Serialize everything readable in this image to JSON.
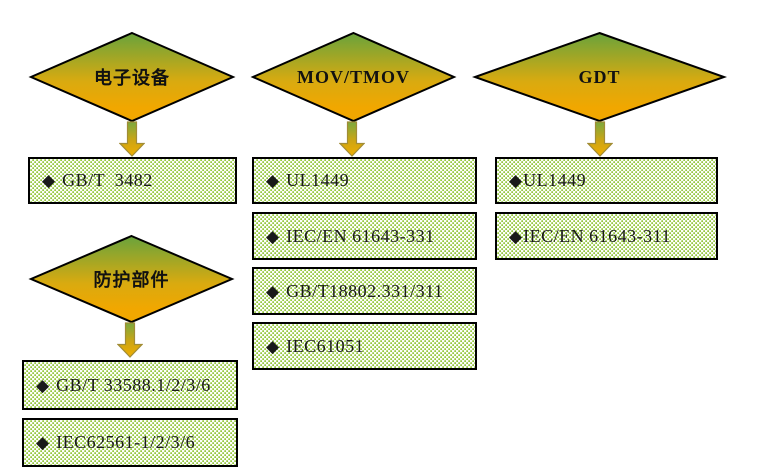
{
  "colors": {
    "background": "#FFFFFF",
    "diamond-gradient-top": "#69A33C",
    "diamond-gradient-mid": "#D9AA10",
    "diamond-gradient-bottom": "#F1A700",
    "shape-outline": "#000000",
    "arrow-gradient-top": "#7BA93F",
    "arrow-gradient-bottom": "#EFAE02",
    "arrow-outline": "#A18C35",
    "box-fill": "#94C73E",
    "box-dot": "#FFFFFF",
    "box-border": "#000000",
    "text": "#1A1A1A"
  },
  "groups": [
    {
      "diamond_label": "电子设备",
      "boxes": [
        {
          "bullet": "◆",
          "label": "GB/T  3482"
        }
      ]
    },
    {
      "diamond_label": "MOV/TMOV",
      "boxes": [
        {
          "bullet": "◆",
          "label": "UL1449"
        },
        {
          "bullet": "◆",
          "label": "IEC/EN 61643-331"
        },
        {
          "bullet": "◆",
          "label": "GB/T18802.331/311"
        },
        {
          "bullet": "◆",
          "label": "IEC61051"
        }
      ]
    },
    {
      "diamond_label": "GDT",
      "boxes": [
        {
          "bullet": "◆",
          "label": "UL1449"
        },
        {
          "bullet": "◆",
          "label": "IEC/EN 61643-311"
        }
      ]
    },
    {
      "diamond_label": "防护部件",
      "boxes": [
        {
          "bullet": "◆",
          "label": "GB/T 33588.1/2/3/6"
        },
        {
          "bullet": "◆",
          "label": "IEC62561-1/2/3/6"
        }
      ]
    }
  ]
}
